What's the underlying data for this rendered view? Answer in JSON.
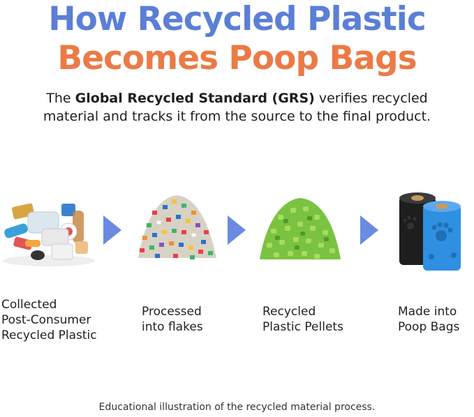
{
  "title": {
    "line1": "How Recycled Plastic",
    "line2": "Becomes Poop Bags",
    "line1_color": "#5b7fd6",
    "line2_color": "#ec7a45"
  },
  "subtitle": {
    "prefix": "The ",
    "emphasis": "Global Recycled Standard (GRS)",
    "suffix_line1": " verifies recycled",
    "line2": "material and tracks it from the source to the final product."
  },
  "steps": [
    {
      "image": "plastic-waste-pile",
      "lines": [
        "Collected",
        "Post-Consumer",
        "Recycled Plastic"
      ]
    },
    {
      "image": "colorful-plastic-flakes",
      "lines": [
        "Processed",
        "into flakes"
      ]
    },
    {
      "image": "green-plastic-pellets",
      "lines": [
        "Recycled",
        "Plastic Pellets"
      ]
    },
    {
      "image": "poop-bag-rolls",
      "lines": [
        "Made into",
        "Poop Bags"
      ]
    }
  ],
  "arrow_color": "#6a8be0",
  "footer": "Educational illustration of the recycled material process."
}
